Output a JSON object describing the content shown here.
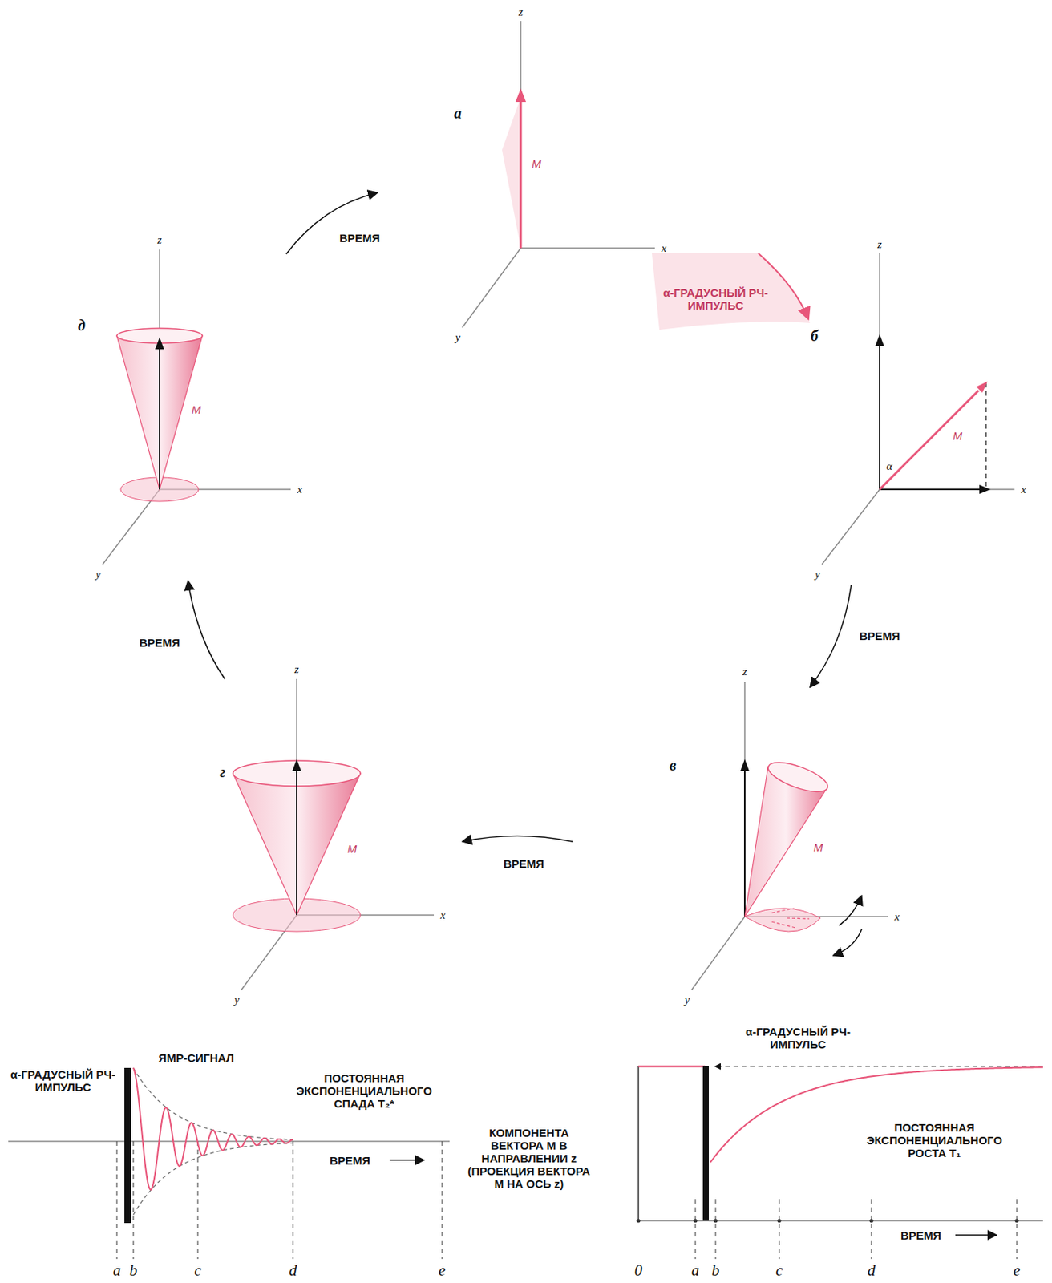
{
  "diagram": {
    "labels": [
      "z",
      "а",
      "M",
      "x",
      "y",
      "ВРЕМЯ",
      "α-ГРАДУСНЫЙ РЧ-ИМПУЛЬС",
      "б",
      "z",
      "α",
      "M",
      "x",
      "y",
      "ВРЕМЯ",
      "д",
      "z",
      "M",
      "x",
      "y",
      "ВРЕМЯ",
      "z",
      "г",
      "M",
      "x",
      "y",
      "ВРЕМЯ",
      "z",
      "в",
      "M",
      "x",
      "y",
      "α-ГРАДУСНЫЙ РЧ-ИМПУЛЬС",
      "ЯМР-СИГНАЛ",
      "ПОСТОЯННАЯ ЭКСПОНЕНЦИАЛЬНОГО СПАДА T₂*",
      "ВРЕМЯ",
      "a",
      "b",
      "c",
      "d",
      "e",
      "КОМПОНЕНТА ВЕКТОРА M В НАПРАВЛЕНИИ z (ПРОЕКЦИЯ ВЕКТОРА M НА ОСЬ z)",
      "α-ГРАДУСНЫЙ РЧ-ИМПУЛЬС",
      "ПОСТОЯННАЯ ЭКСПОНЕНЦИАЛЬНОГО РОСТА T₁",
      "ВРЕМЯ",
      "0",
      "a",
      "b",
      "c",
      "d",
      "e"
    ]
  }
}
